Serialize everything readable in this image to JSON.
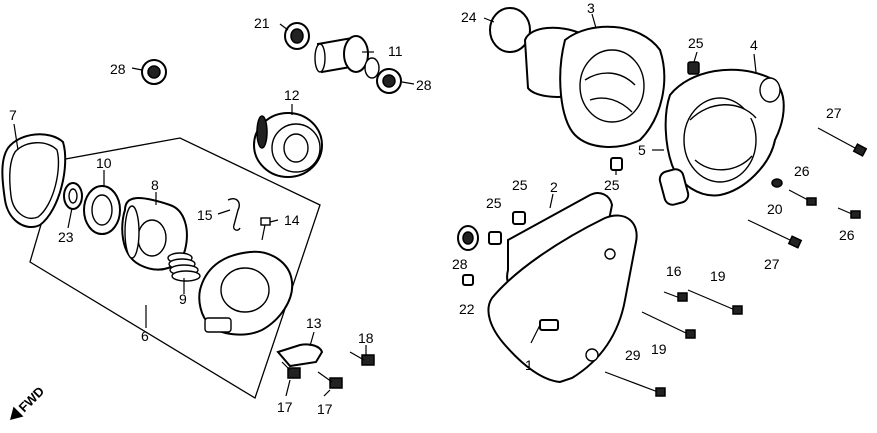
{
  "callouts": {
    "c1": "1",
    "c2": "2",
    "c3": "3",
    "c4": "4",
    "c5": "5",
    "c6": "6",
    "c7": "7",
    "c8": "8",
    "c9": "9",
    "c10": "10",
    "c11": "11",
    "c12": "12",
    "c13": "13",
    "c14": "14",
    "c15": "15",
    "c16": "16",
    "c17a": "17",
    "c17b": "17",
    "c18": "18",
    "c19a": "19",
    "c19b": "19",
    "c20": "20",
    "c21": "21",
    "c22": "22",
    "c23": "23",
    "c24": "24",
    "c25a": "25",
    "c25b": "25",
    "c25c": "25",
    "c25d": "25",
    "c26a": "26",
    "c26b": "26",
    "c27a": "27",
    "c27b": "27",
    "c28a": "28",
    "c28b": "28",
    "c28c": "28",
    "c29": "29"
  },
  "fwd_label": "FWD"
}
